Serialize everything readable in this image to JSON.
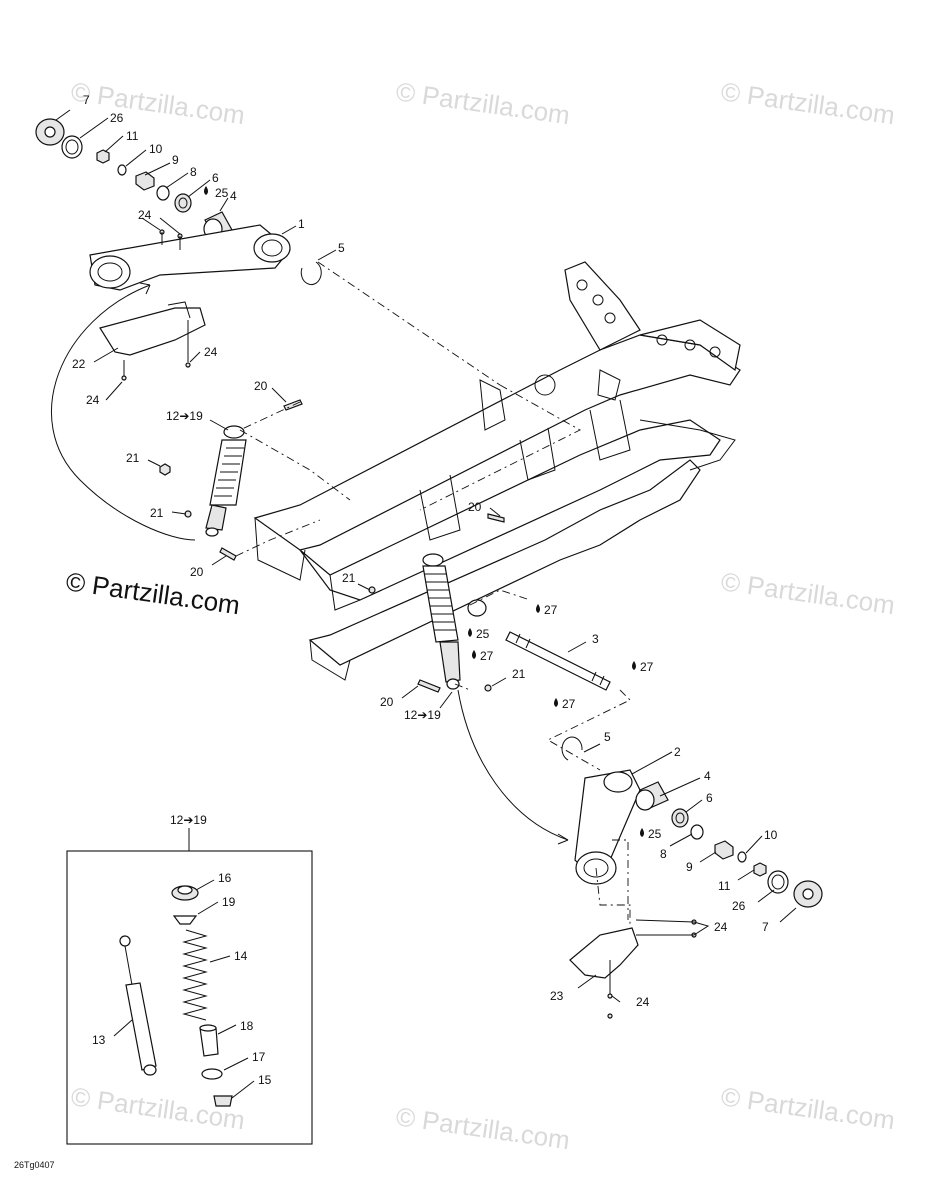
{
  "watermarks": {
    "faint": "© Partzilla.com",
    "main": "© Partzilla.com"
  },
  "diagram_code": "26Tg0407",
  "inset_header": "12➔19",
  "labels": {
    "l7a": "7",
    "l26a": "26",
    "l11a": "11",
    "l10a": "10",
    "l9a": "9",
    "l8a": "8",
    "l6a": "6",
    "l25a": "25",
    "l4a": "4",
    "l24a": "24",
    "l1": "1",
    "l5a": "5",
    "l22": "22",
    "l24b": "24",
    "l24c": "24",
    "l20a": "20",
    "l12a": "12➔19",
    "l21a": "21",
    "l21b": "21",
    "l20b": "20",
    "l20c": "20",
    "l21c": "21",
    "l25b": "25",
    "l27a": "27",
    "l27b": "27",
    "l3": "3",
    "l27c": "27",
    "l27d": "27",
    "l21d": "21",
    "l20d": "20",
    "l12b": "12➔19",
    "l5b": "5",
    "l2": "2",
    "l4b": "4",
    "l6b": "6",
    "l25c": "25",
    "l8b": "8",
    "l10b": "10",
    "l9b": "9",
    "l11b": "11",
    "l26b": "26",
    "l7b": "7",
    "l24d": "24",
    "l23": "23",
    "l24e": "24",
    "l16": "16",
    "l19": "19",
    "l14": "14",
    "l13": "13",
    "l18": "18",
    "l17": "17",
    "l15": "15"
  }
}
